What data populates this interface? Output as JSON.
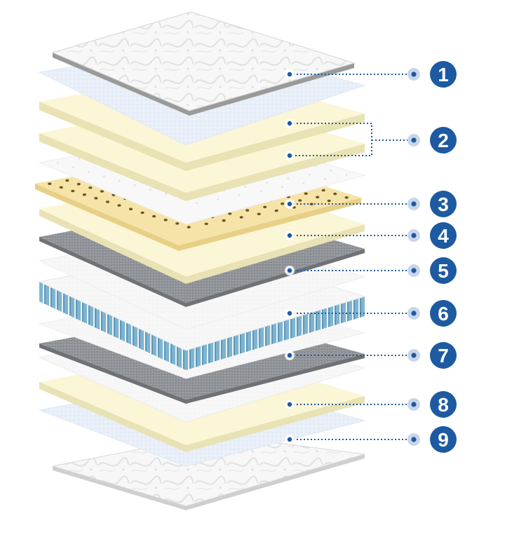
{
  "colors": {
    "badge": "#1d5aa1",
    "leader": "#1d5aa1",
    "dot_halo": "#c9d6ea",
    "quilt": "#f4f4f4",
    "foam_yellow": "#fbf6d5",
    "foam_yellow_edge": "#e9e2b4",
    "latex": "#f6e3a8",
    "felt_grey": "#8f9296",
    "fabric_white": "#f6f6f6",
    "blue_fiber": "#e6eef7",
    "spring_blue": "#6aa3c2"
  },
  "layers": [
    {
      "number": "1",
      "type": "quilted-top"
    },
    {
      "number": "2",
      "type": "comfort-foam"
    },
    {
      "number": "3",
      "type": "perforated-latex"
    },
    {
      "number": "4",
      "type": "support-foam"
    },
    {
      "number": "5",
      "type": "grey-felt"
    },
    {
      "number": "6",
      "type": "pocket-springs"
    },
    {
      "number": "7",
      "type": "grey-felt"
    },
    {
      "number": "8",
      "type": "base-foam"
    },
    {
      "number": "9",
      "type": "fiber-pad"
    }
  ]
}
